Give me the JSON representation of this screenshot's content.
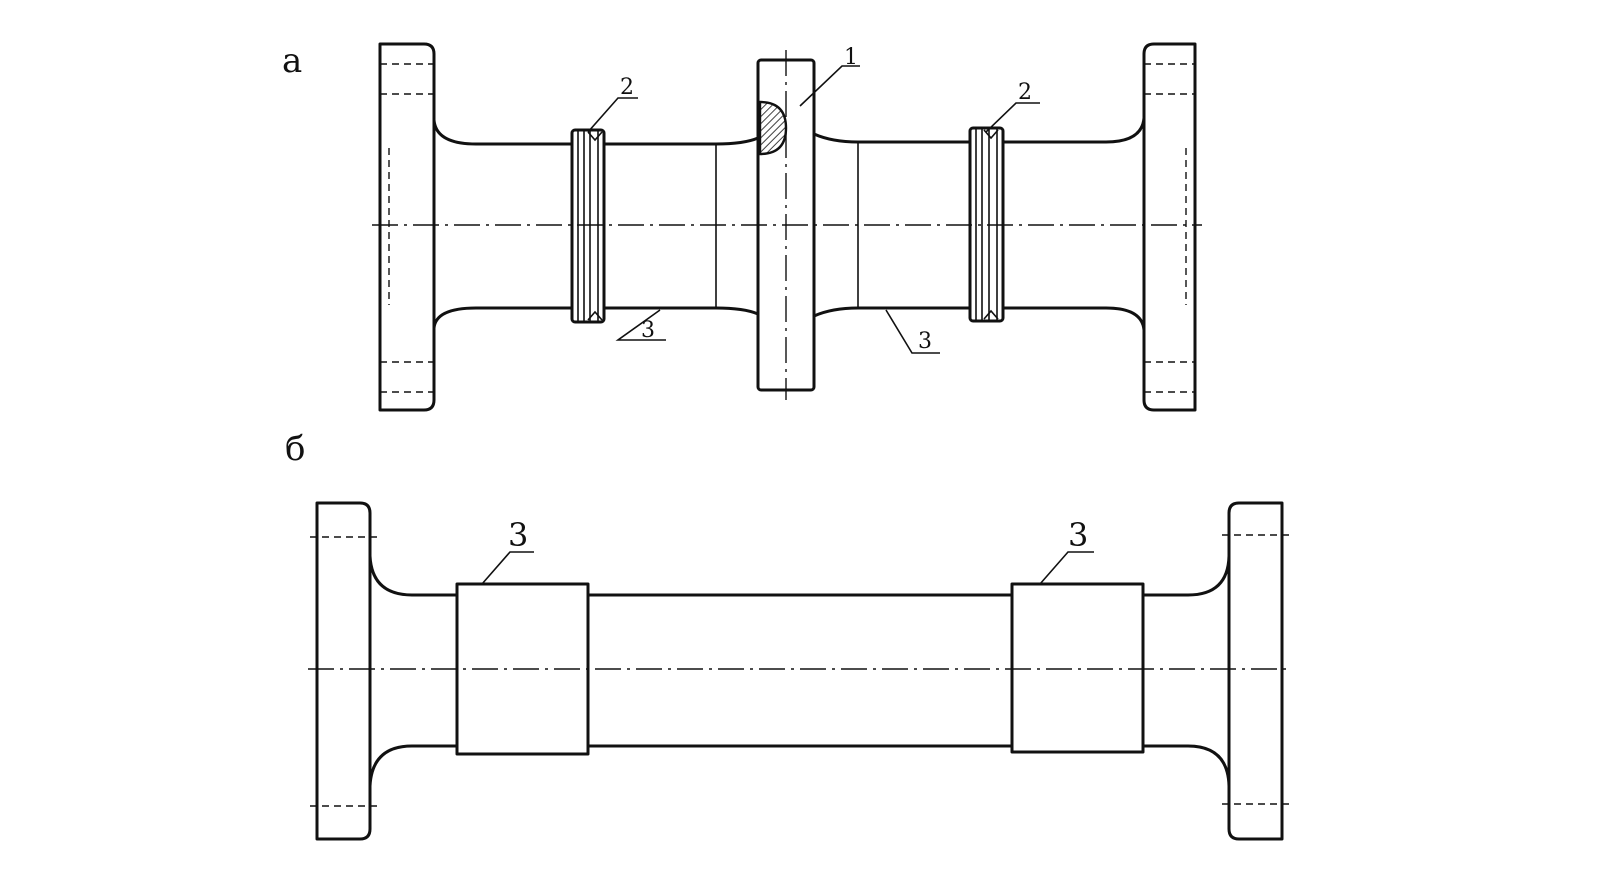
{
  "panels": {
    "a": {
      "label": "а",
      "callouts": {
        "c1": "1",
        "c2_left": "2",
        "c2_right": "2",
        "c3_left": "3",
        "c3_right": "3"
      }
    },
    "b": {
      "label": "б",
      "callouts": {
        "c3_left": "3",
        "c3_right": "3"
      }
    }
  },
  "colors": {
    "line": "#111111",
    "background": "#ffffff",
    "weld_hatch": "#111111"
  }
}
